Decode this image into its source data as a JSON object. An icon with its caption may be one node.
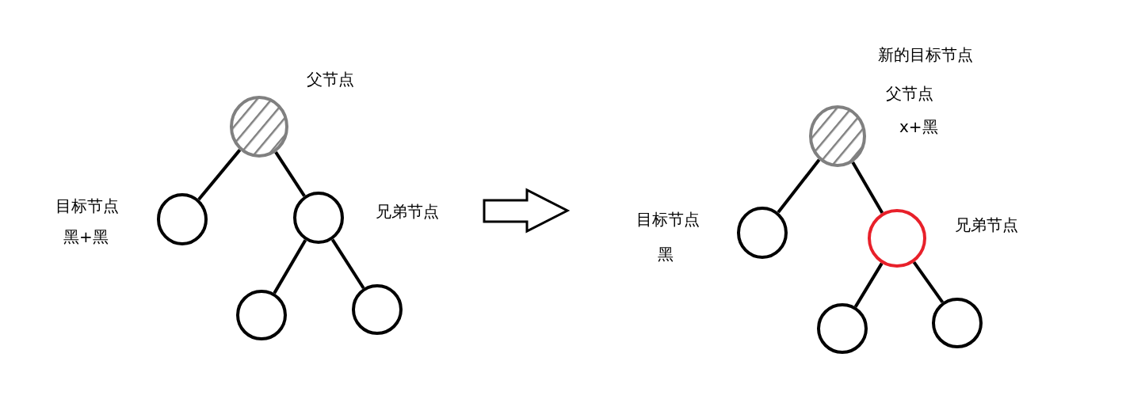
{
  "diagram": {
    "nodes": [
      {
        "text": [],
        "shape": "circle",
        "beside": [
          "父节点"
        ]
      },
      {
        "text": [],
        "shape": "circle",
        "beside": [
          "目标节点",
          "黑+黑"
        ]
      },
      {
        "text": [],
        "shape": "circle",
        "beside": [
          "兄弟节点"
        ]
      },
      {
        "text": [],
        "shape": "circle"
      },
      {
        "text": [],
        "shape": "circle"
      },
      {
        "text": [],
        "shape": "circle",
        "beside": [
          "新的目标节点",
          "父节点",
          "x+黑"
        ]
      },
      {
        "text": [],
        "shape": "circle",
        "beside": [
          "目标节点",
          "黑"
        ]
      },
      {
        "text": [],
        "shape": "circle",
        "beside": [
          "兄弟节点"
        ]
      },
      {
        "text": [],
        "shape": "circle"
      },
      {
        "text": [],
        "shape": "circle"
      }
    ],
    "edges": [
      {
        "from": 0,
        "to": 1,
        "arrow": "none"
      },
      {
        "from": 0,
        "to": 2,
        "arrow": "none"
      },
      {
        "from": 2,
        "to": 3,
        "arrow": "none"
      },
      {
        "from": 2,
        "to": 4,
        "arrow": "none"
      },
      {
        "from": 5,
        "to": 6,
        "arrow": "none"
      },
      {
        "from": 5,
        "to": 7,
        "arrow": "none"
      },
      {
        "from": 7,
        "to": 8,
        "arrow": "none"
      },
      {
        "from": 7,
        "to": 9,
        "arrow": "none"
      }
    ]
  }
}
